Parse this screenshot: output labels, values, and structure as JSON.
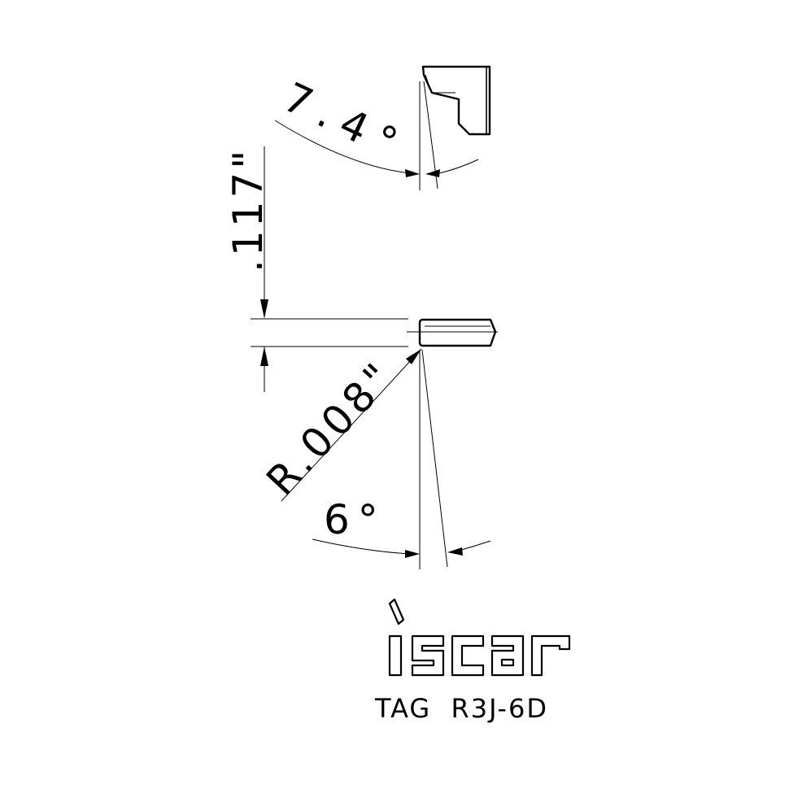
{
  "dimensions": {
    "top_angle": "7.4°",
    "height": ".117\"",
    "radius": "R.008\"",
    "bottom_angle": "6°"
  },
  "brand": {
    "logo_text": "iscar"
  },
  "title": {
    "part_number": "TAG  R3J-6D"
  },
  "colors": {
    "line": "#000000",
    "background": "#ffffff"
  }
}
